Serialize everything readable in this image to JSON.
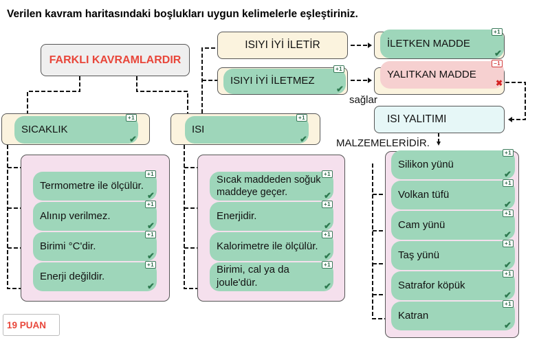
{
  "instruction": "Verilen kavram haritasındaki boşlukları uygun kelimelerle eşleştiriniz.",
  "root": {
    "label": "FARKLI KAVRAMLARDIR"
  },
  "concepts": [
    {
      "answer": "SICAKLIK",
      "badge": "+1",
      "status": "correct"
    },
    {
      "answer": "ISI",
      "badge": "+1",
      "status": "correct"
    }
  ],
  "sicaklik_properties": [
    {
      "answer": "Termometre ile ölçülür.",
      "badge": "+1",
      "status": "correct"
    },
    {
      "answer": "Alınıp verilmez.",
      "badge": "+1",
      "status": "correct"
    },
    {
      "answer": "Birimi °C'dir.",
      "badge": "+1",
      "status": "correct"
    },
    {
      "answer": "Enerji değildir.",
      "badge": "+1",
      "status": "correct"
    }
  ],
  "isi_properties": [
    {
      "answer": "Sıcak maddeden soğuk maddeye geçer.",
      "badge": "+1",
      "status": "correct"
    },
    {
      "answer": "Enerjidir.",
      "badge": "+1",
      "status": "correct"
    },
    {
      "answer": "Kalorimetre ile ölçülür.",
      "badge": "+1",
      "status": "correct"
    },
    {
      "answer": "Birimi, cal ya da joule'dür.",
      "badge": "+1",
      "status": "correct"
    }
  ],
  "conductivity": [
    {
      "label": "ISIYI İYİ İLETİR",
      "target": {
        "answer": "İLETKEN MADDE",
        "badge": "+1",
        "status": "correct"
      }
    },
    {
      "answer": "ISIYI İYİ İLETMEZ",
      "badge": "+1",
      "status": "correct",
      "target": {
        "answer": "YALITKAN MADDE",
        "badge": "−1",
        "status": "wrong"
      }
    }
  ],
  "link_label": "sağlar",
  "insulation": {
    "label": "ISI YALITIMI"
  },
  "materials_label": "MALZEMELERİDİR.",
  "materials": [
    {
      "answer": "Silikon yünü",
      "badge": "+1",
      "status": "correct"
    },
    {
      "answer": "Volkan tüfü",
      "badge": "+1",
      "status": "correct"
    },
    {
      "answer": "Cam yünü",
      "badge": "+1",
      "status": "correct"
    },
    {
      "answer": "Taş yünü",
      "badge": "+1",
      "status": "correct"
    },
    {
      "answer": "Satrafor köpük",
      "badge": "+1",
      "status": "correct"
    },
    {
      "answer": "Katran",
      "badge": "+1",
      "status": "correct"
    }
  ],
  "icons": {
    "correct": "check-icon",
    "wrong": "x-icon",
    "arrow": "arrow-right-icon"
  },
  "score": {
    "label": "19 PUAN"
  },
  "colors": {
    "correct_fill": "#9ed6ba",
    "wrong_fill": "#f6d0d0",
    "root_text": "#e8463a",
    "slot_fill": "#fbf3de",
    "group_fill": "#f5e0ed",
    "insulation_fill": "#e6f7f7"
  }
}
